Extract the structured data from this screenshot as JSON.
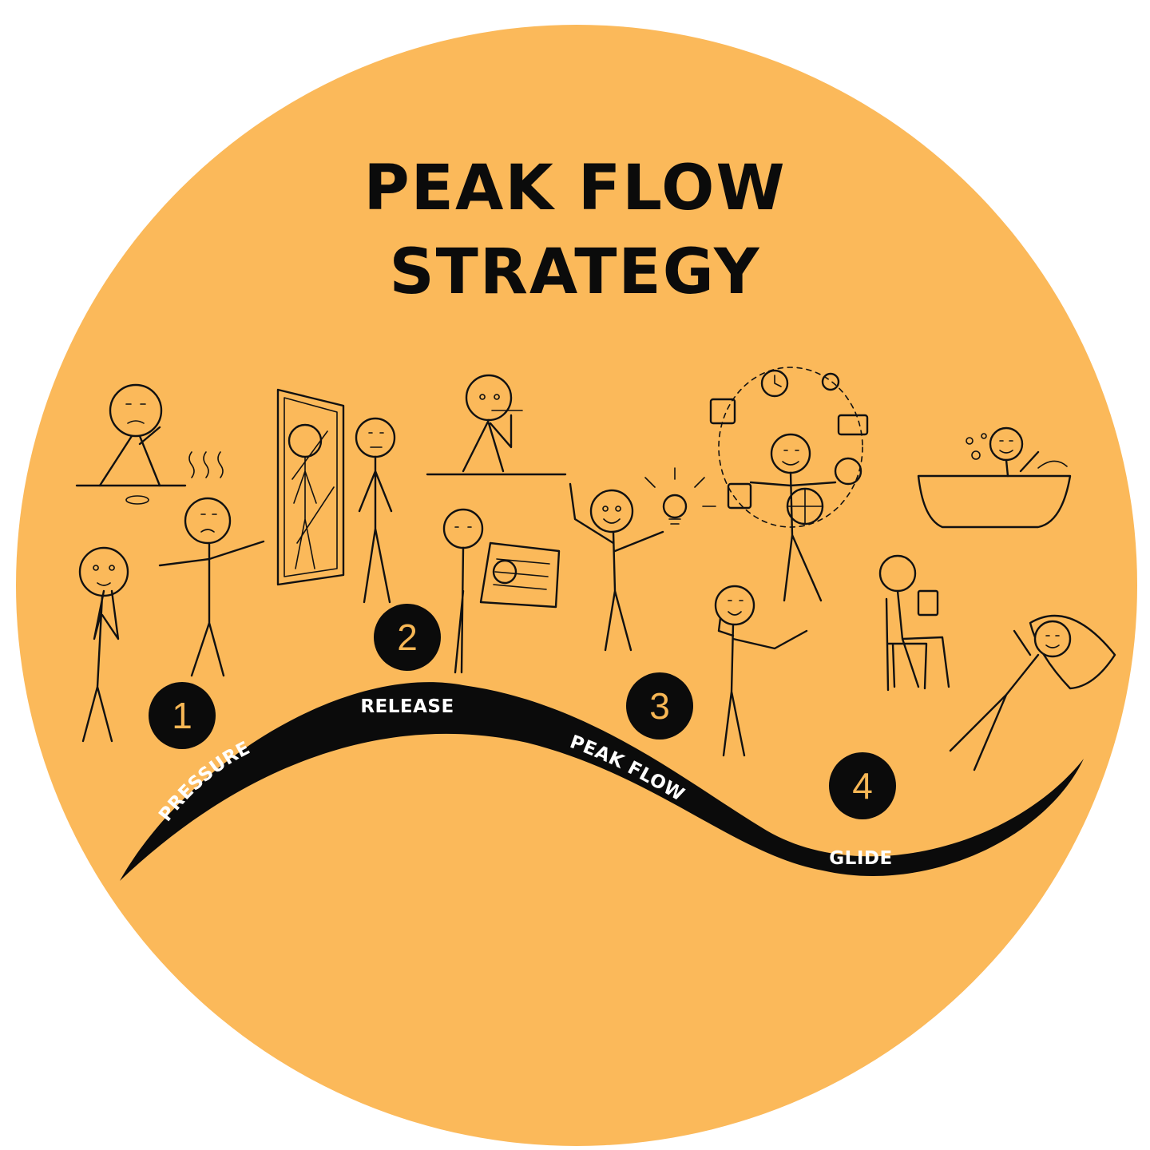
{
  "title": {
    "line1": "PEAK FLOW",
    "line2": "STRATEGY"
  },
  "colors": {
    "background_circle": "#fbb95a",
    "wave": "#0b0b0b",
    "badge": "#0b0b0b",
    "badge_number": "#f7b755",
    "label_text": "#ffffff"
  },
  "stages": [
    {
      "number": "1",
      "label": "PRESSURE"
    },
    {
      "number": "2",
      "label": "RELEASE"
    },
    {
      "number": "3",
      "label": "PEAK FLOW"
    },
    {
      "number": "4",
      "label": "GLIDE"
    }
  ],
  "illustrations": [
    "worried-thinking-figure-icon",
    "nail-biting-figure-icon",
    "stressed-pointing-figure-icon",
    "mirror-reflection-figure-icon",
    "pen-chewing-figure-icon",
    "magnifying-glass-reading-figure-icon",
    "lightbulb-idea-figure-icon",
    "juggling-tasks-figure-icon",
    "speaking-microphone-figure-icon",
    "bathtub-relaxing-figure-icon",
    "chair-reading-figure-icon",
    "lying-relaxing-figure-icon"
  ]
}
